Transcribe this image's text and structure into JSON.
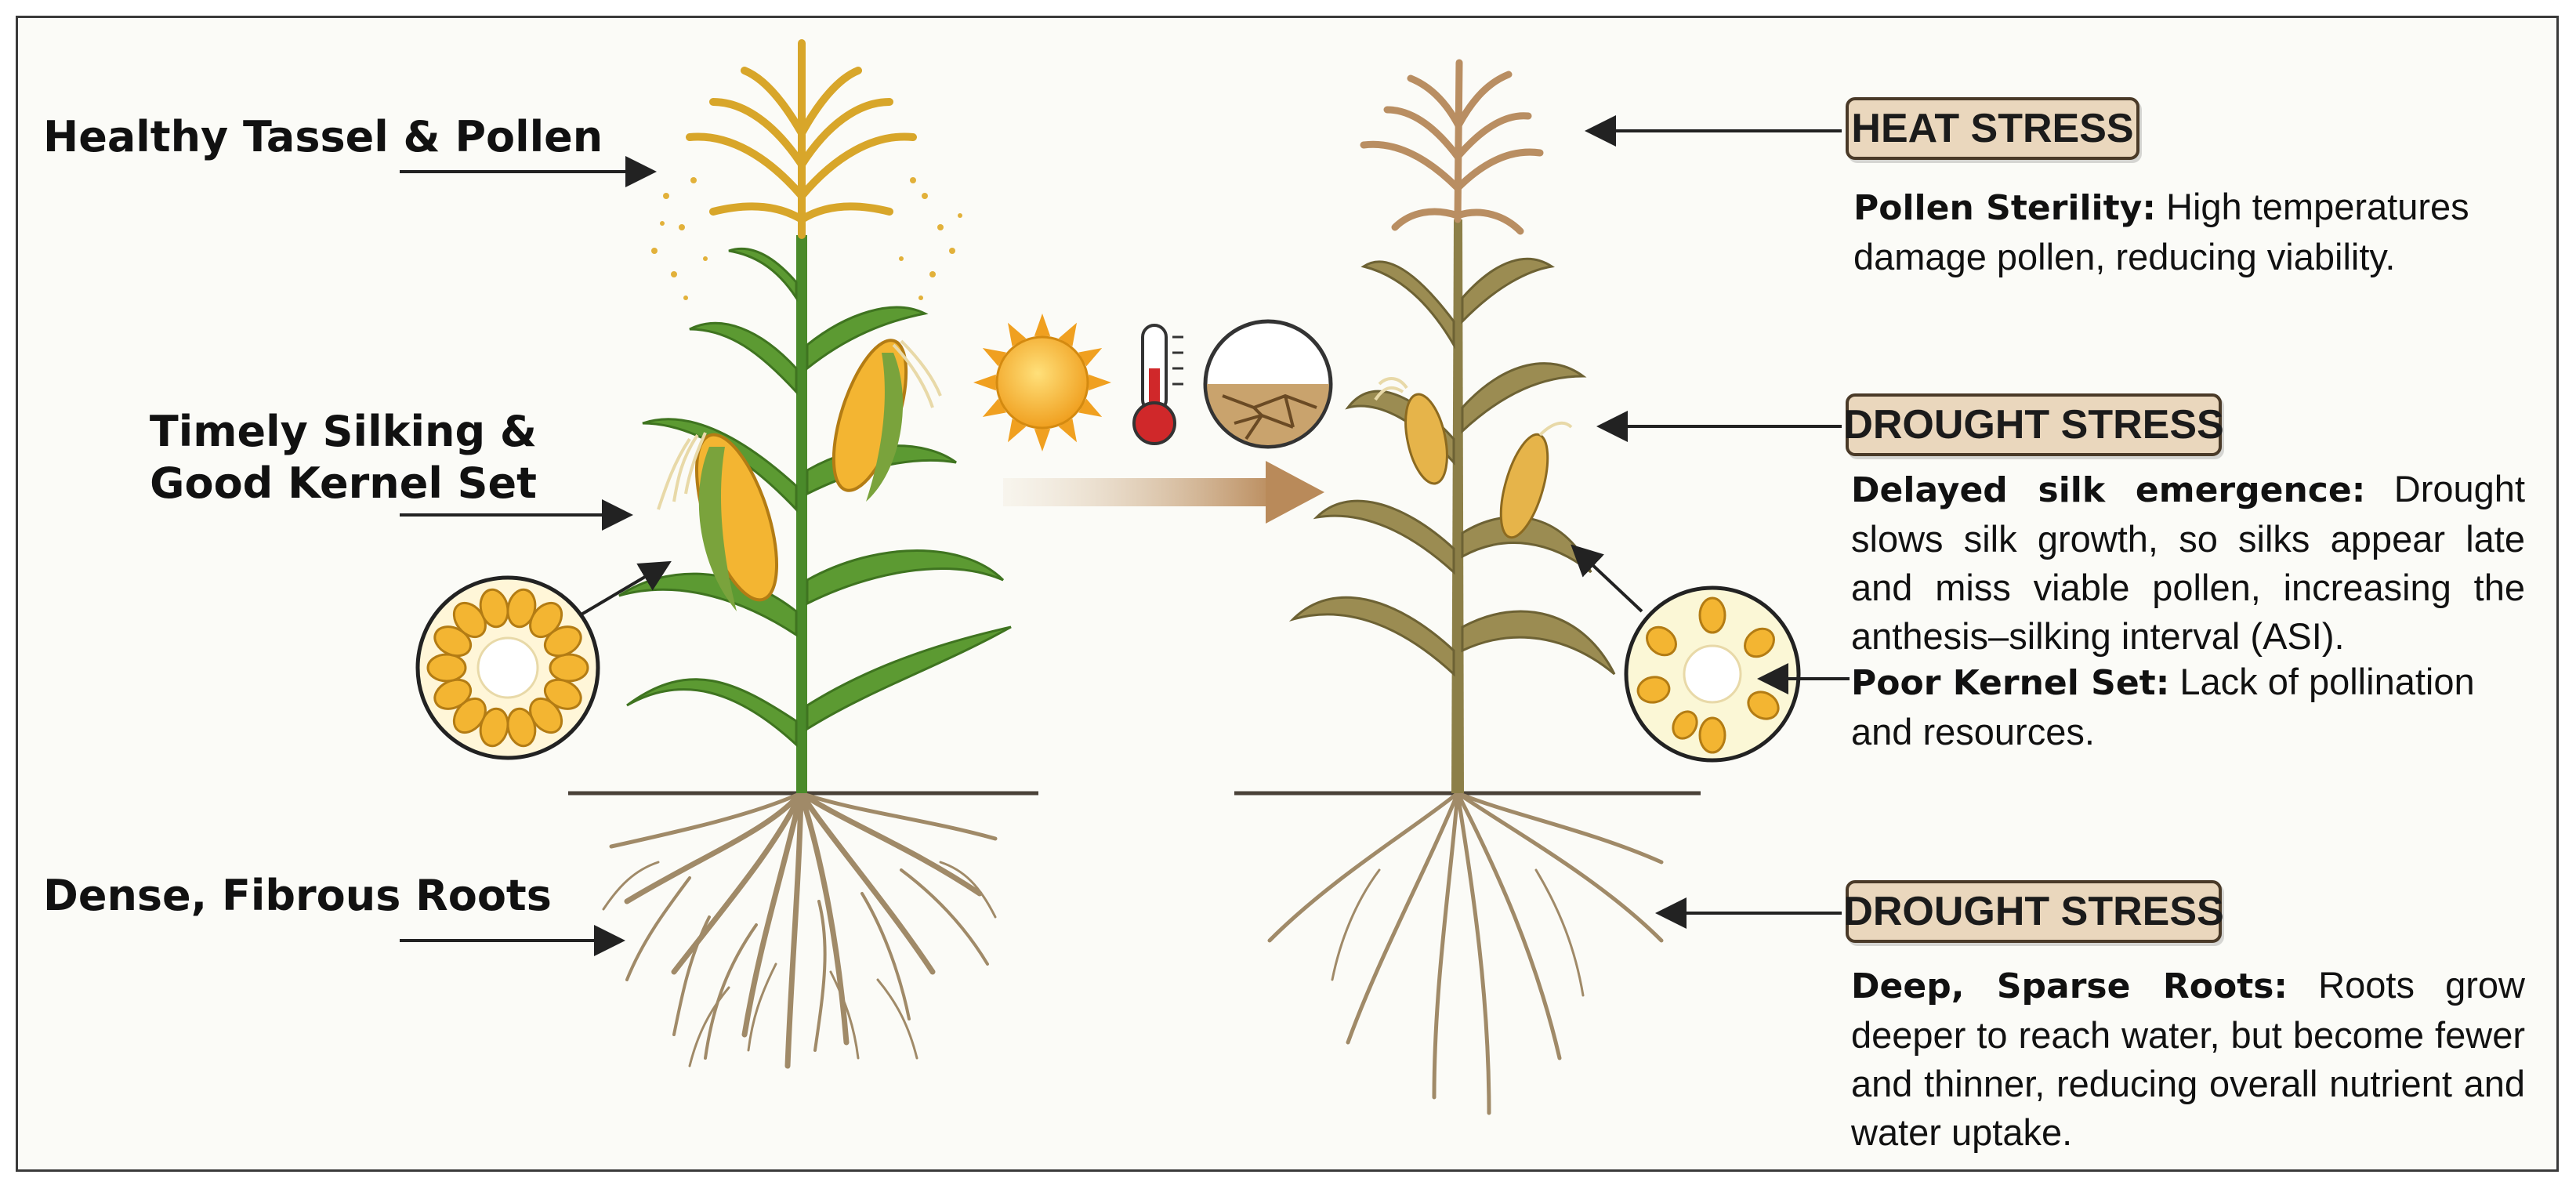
{
  "healthy_labels": {
    "tassel": "Healthy Tassel & Pollen",
    "silking_line1": "Timely Silking &",
    "silking_line2": "Good Kernel Set",
    "roots": "Dense, Fibrous Roots"
  },
  "stress_panels": [
    {
      "badge": "HEAT STRESS",
      "title": "Pollen Sterility:",
      "text": "High temperatures damage pollen, reducing viability."
    },
    {
      "badge": "DROUGHT STRESS",
      "title": "Delayed silk emergence:",
      "text": "Drought slows silk growth, so silks appear late and miss viable pollen, increasing the anthesis–silking interval (ASI)."
    },
    {
      "badge": null,
      "title": "Poor Kernel Set:",
      "text": "Lack of pollination and resources."
    },
    {
      "badge": "DROUGHT STRESS",
      "title": "Deep, Sparse Roots:",
      "text": "Roots grow deeper to reach water, but become fewer and thinner, reducing overall nutrient and water uptake."
    }
  ],
  "stress_icons": [
    "sun-icon",
    "thermometer-icon",
    "cracked-soil-icon"
  ],
  "colors": {
    "healthy_leaf": "#5c9a32",
    "healthy_stalk": "#4a8a2a",
    "tassel_gold": "#e2b13a",
    "kernel": "#f3b532",
    "stressed_leaf": "#9b8c52",
    "stressed_stalk": "#8c7f48",
    "dry_tassel": "#b98e62",
    "root": "#a08a68",
    "badge_fill": "#ead7bd",
    "arrow_gradient_end": "#b98a5a"
  }
}
